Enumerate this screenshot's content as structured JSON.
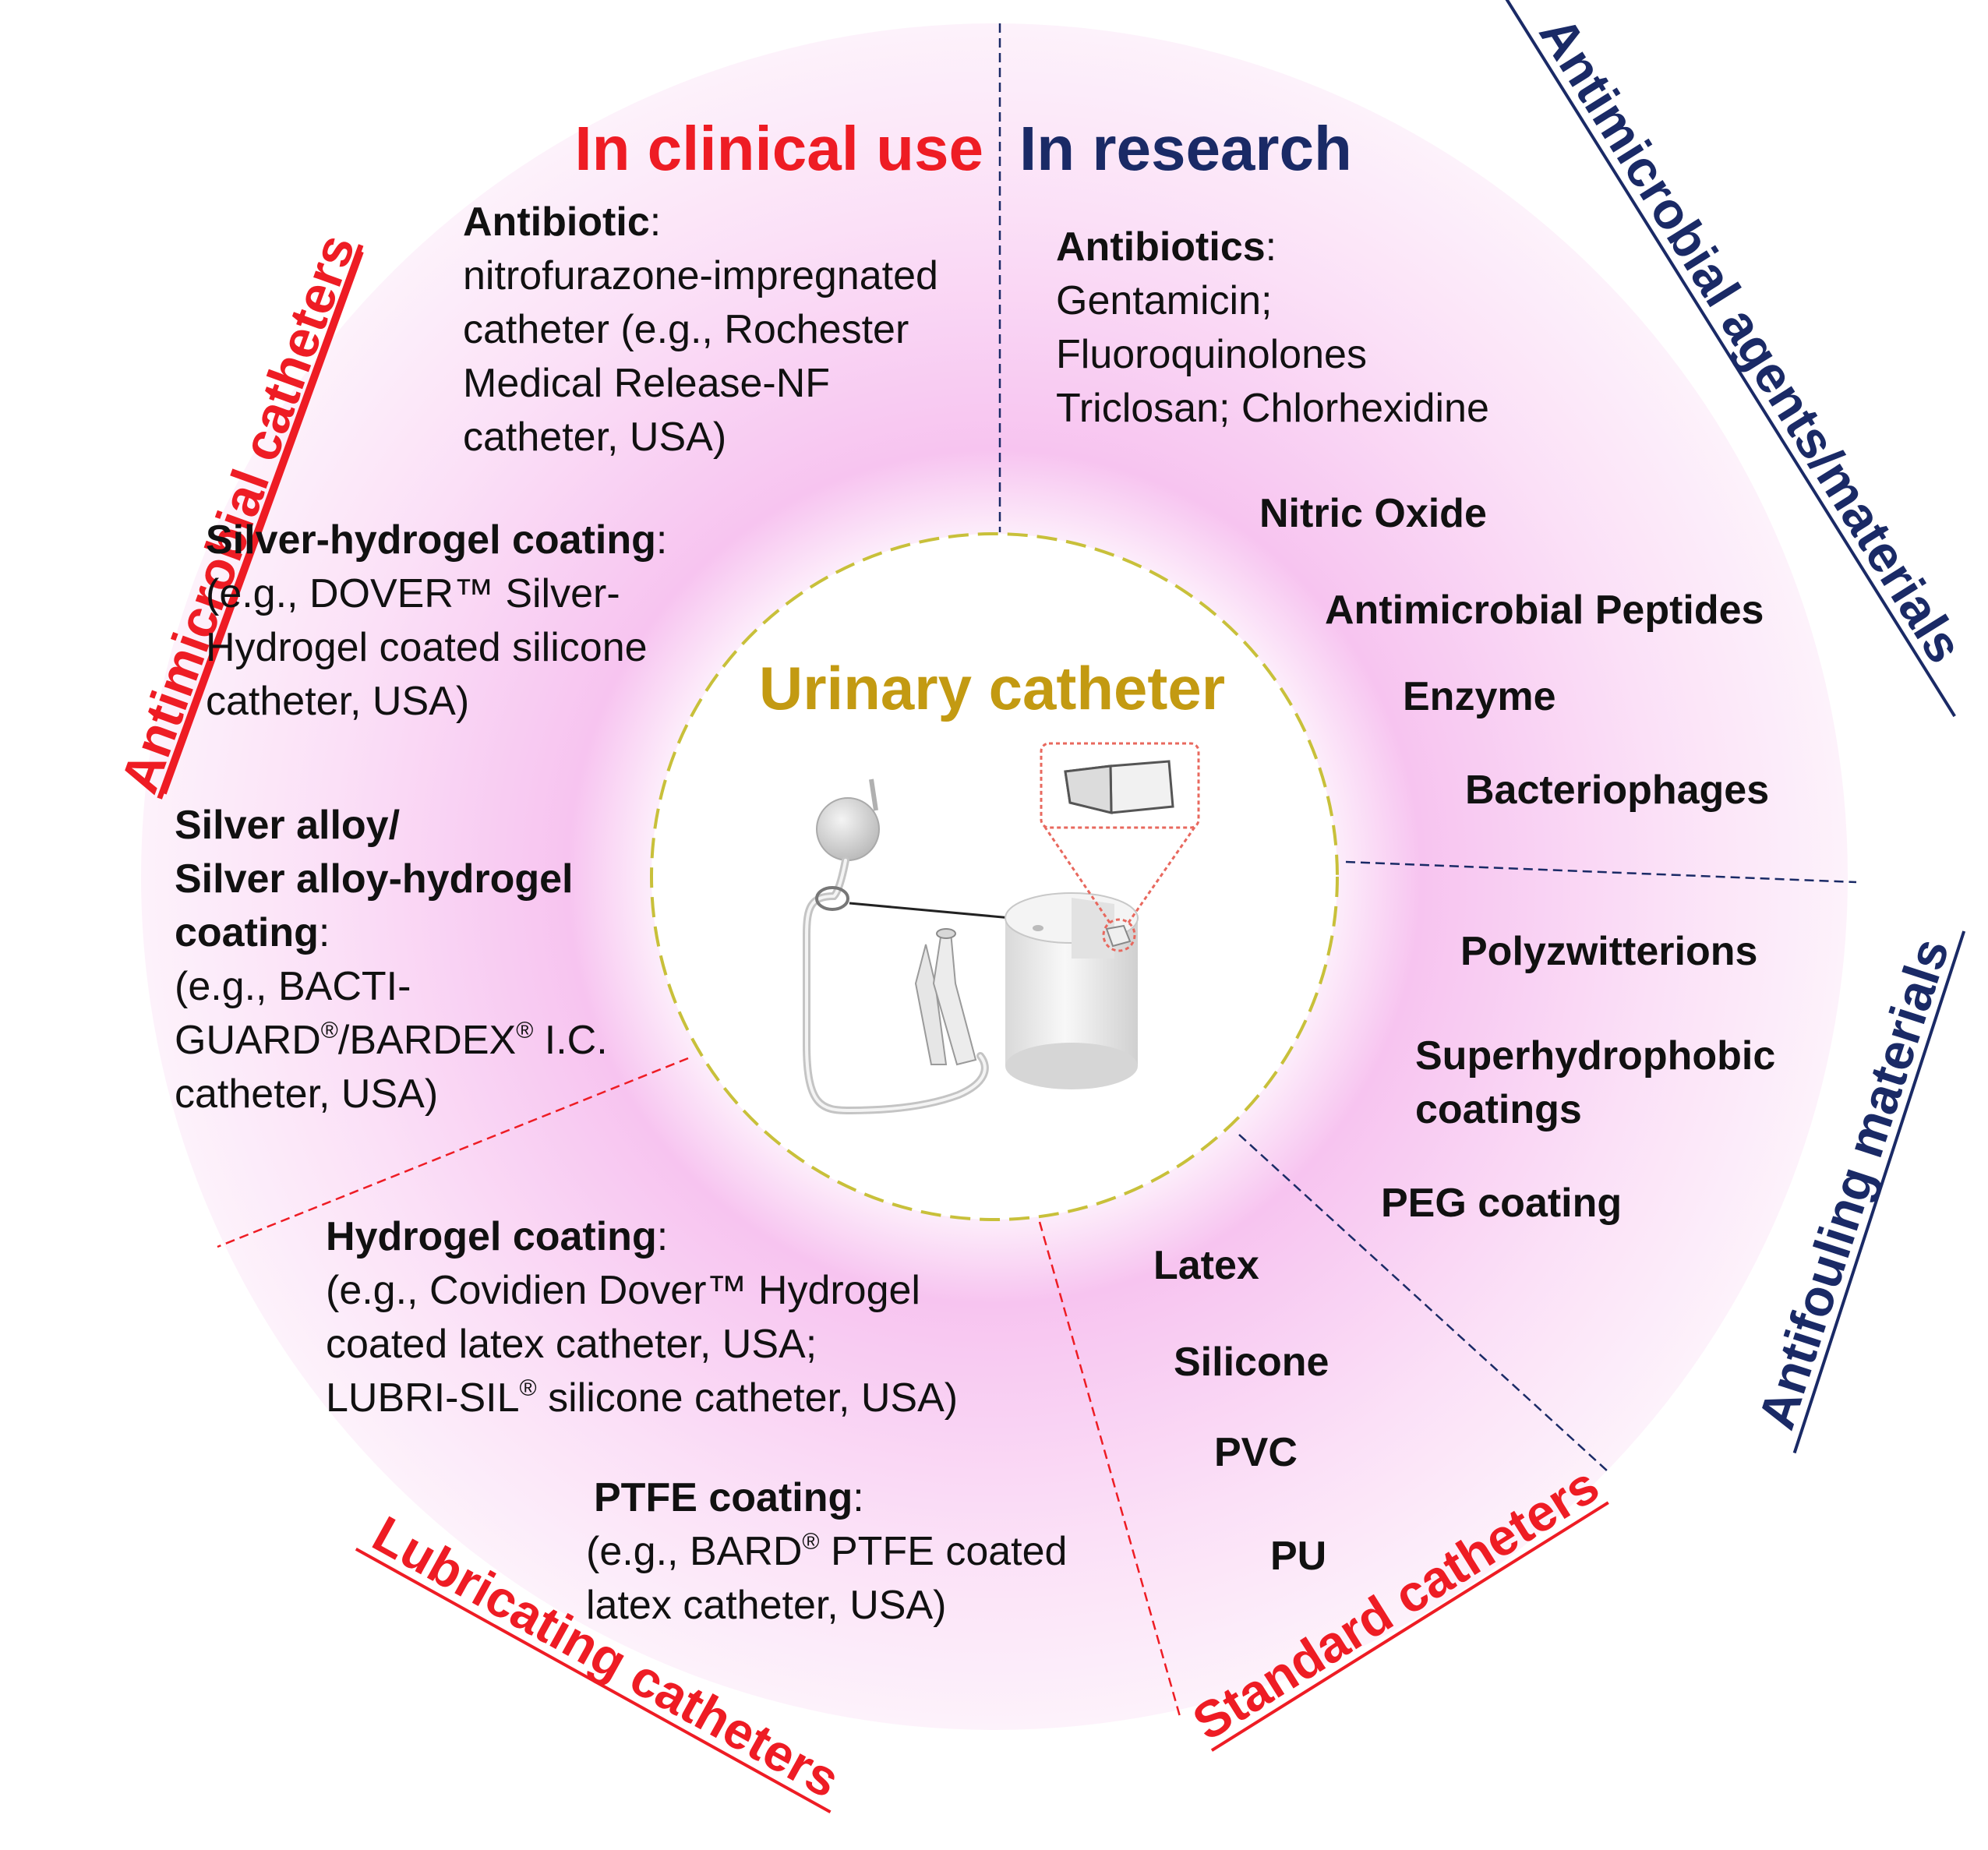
{
  "colors": {
    "clinical_red": "#ee1c24",
    "research_navy": "#1a2a66",
    "center_gold": "#c39a12",
    "ring_pink": "#f2a6ea",
    "circle_dash": "#c8c03a",
    "text": "#111111"
  },
  "center": {
    "title": "Urinary catheter",
    "illustration": "catheter-with-balloon-and-cut-tube-segment"
  },
  "headers": {
    "clinical": "In clinical use",
    "research": "In research"
  },
  "categories": {
    "antimicrobial_catheters": "Antimicrobial catheters",
    "lubricating_catheters": "Lubricating catheters",
    "standard_catheters": "Standard catheters",
    "antimicrobial_agents": "Antimicrobial agents/materials",
    "antifouling_materials": "Antifouling materials"
  },
  "clinical_antibiotic": {
    "title": "Antibiotic",
    "punct": ":",
    "lines": [
      "nitrofurazone-impregnated",
      "catheter (e.g., Rochester",
      "Medical Release-NF",
      "catheter, USA)"
    ]
  },
  "silver_hydrogel": {
    "title": "Silver-hydrogel coating",
    "punct": ":",
    "lines": [
      "(e.g., DOVER™ Silver-",
      "Hydrogel coated silicone",
      "catheter, USA)"
    ]
  },
  "silver_alloy": {
    "title_lines": [
      "Silver alloy/",
      "Silver alloy-hydrogel",
      "coating"
    ],
    "punct": ":",
    "line1": "(e.g., BACTI-",
    "line2_a": "GUARD",
    "reg": "®",
    "line2_b": "/BARDEX",
    "line2_c": " I.C.",
    "line3": "catheter, USA)"
  },
  "hydrogel": {
    "title": "Hydrogel coating",
    "punct": ":",
    "lines": [
      "(e.g., Covidien Dover™ Hydrogel",
      "coated latex catheter, USA;"
    ],
    "line3_a": "LUBRI-SIL",
    "reg": "®",
    "line3_b": "  silicone catheter, USA)"
  },
  "ptfe": {
    "title": "PTFE coating",
    "punct": ":",
    "line1_a": "(e.g., BARD",
    "reg": "®",
    "line1_b": " PTFE coated",
    "line2": "latex catheter, USA)"
  },
  "research_antibiotics": {
    "title": "Antibiotics",
    "punct": ":",
    "lines": [
      "Gentamicin;",
      "Fluoroquinolones",
      "Triclosan; Chlorhexidine"
    ]
  },
  "research_agents": [
    "Nitric Oxide",
    "Antimicrobial Peptides",
    "Enzyme",
    "Bacteriophages"
  ],
  "antifouling_items": [
    "Polyzwitterions",
    "Superhydrophobic",
    "coatings",
    "PEG coating"
  ],
  "standard_items": [
    "Latex",
    "Silicone",
    "PVC",
    "PU"
  ]
}
